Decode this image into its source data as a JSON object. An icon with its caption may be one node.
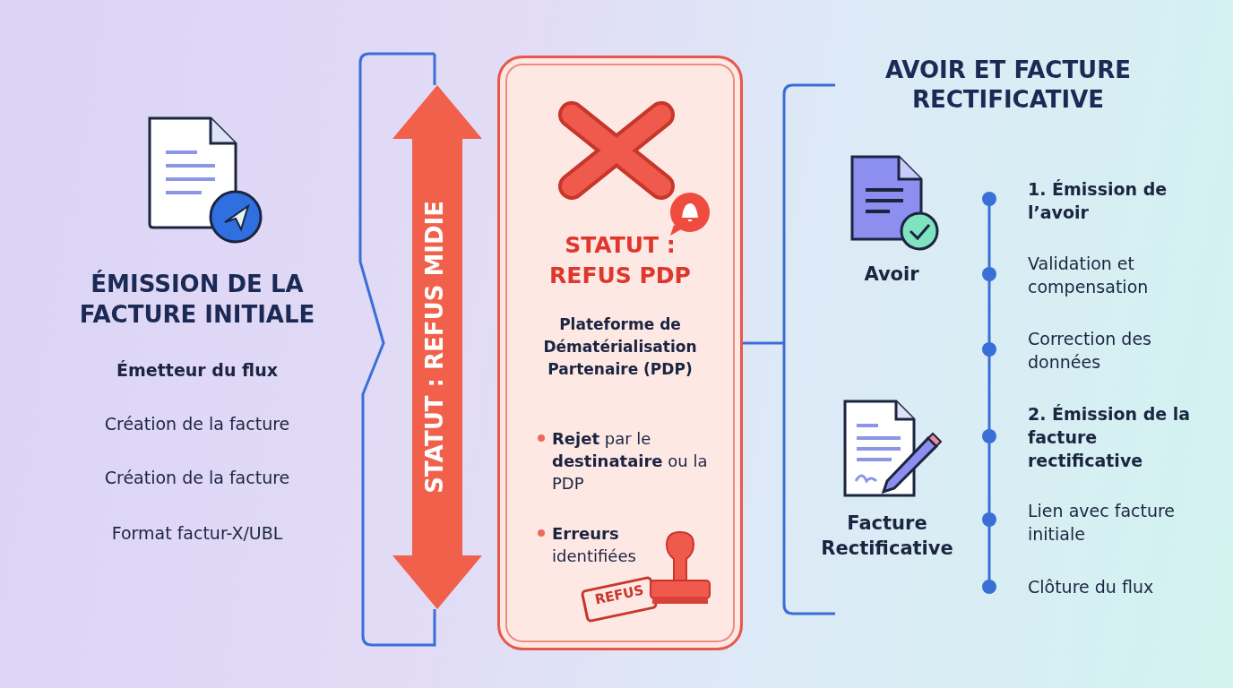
{
  "diagram": {
    "nodes": [
      {
        "text": [
          "ÉMISSION DE LA FACTURE INITIALE",
          "Émetteur du flux"
        ]
      },
      {
        "text": [
          "STATUT : REFUS PDP",
          "Plateforme de Dématérialisation Partenaire (PDP)",
          "**Rejet** par le **destinataire** ou la PDP",
          "**Erreurs** identifiées"
        ]
      },
      {
        "text": [
          "AVOIR ET FACTURE RECTIFICATIVE"
        ]
      },
      {
        "text": [
          "Avoir"
        ],
        "in": 2
      },
      {
        "text": [
          "Facture Rectificative"
        ],
        "in": 2
      }
    ],
    "edges": [
      {
        "from": 1,
        "to": 2,
        "arrow": "none"
      }
    ],
    "labels": [
      "Création de la facture",
      "Création de la facture",
      "Format factur-X/UBL",
      "STATUT : REFUS MIDIE",
      "REFUS",
      "1. Émission de l’avoir",
      "Validation et compensation",
      "Correction des données",
      "2. Émission de la facture rectificative",
      "Lien avec facture initiale",
      "Clôture du flux"
    ]
  }
}
